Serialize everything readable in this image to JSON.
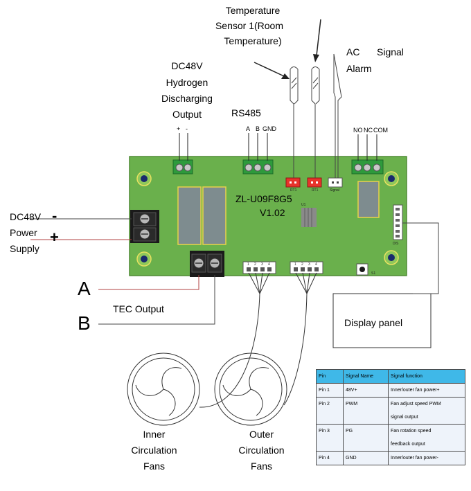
{
  "labels": {
    "temp_sensor": [
      "Temperature",
      "Sensor 1(Room",
      "Temperature)"
    ],
    "ac_alarm": [
      "AC",
      "Signal",
      "Alarm"
    ],
    "dc48v_h2": [
      "DC48V",
      "Hydrogen",
      "Discharging",
      "Output"
    ],
    "rs485": "RS485",
    "rs485_pins": [
      "A",
      "B",
      "GND"
    ],
    "polarity_top": [
      "+",
      "-"
    ],
    "relay_pins": [
      "NO",
      "NC",
      "COM"
    ],
    "power_supply": [
      "DC48V",
      "Power",
      "Supply"
    ],
    "power_minus": "-",
    "power_plus": "+",
    "board_model": "ZL-U09F8G5",
    "board_version": "V1.02",
    "tec_a": "A",
    "tec_b": "B",
    "tec_output": "TEC Output",
    "display_panel": "Display panel",
    "inner_fans": [
      "Inner",
      "Circulation",
      "Fans"
    ],
    "outer_fans": [
      "Outer",
      "Circulation",
      "Fans"
    ],
    "fan_header_pins": [
      "1",
      "2",
      "3",
      "4"
    ],
    "silk": {
      "rt1": "RT1",
      "rt1b": "RT1",
      "signal": "Signal",
      "u1": "U1",
      "dis": "DIS",
      "s1": "S1"
    }
  },
  "pin_table": {
    "headers": [
      "Pin",
      "Signal Name",
      "Signal function"
    ],
    "rows": [
      {
        "pin": "Pin 1",
        "signal": "48V+",
        "function": [
          "Inner/outer fan power+"
        ]
      },
      {
        "pin": "Pin 2",
        "signal": "PWM",
        "function": [
          "Fan adjust speed PWM",
          "signal output"
        ]
      },
      {
        "pin": "Pin 3",
        "signal": "PG",
        "function": [
          "Fan rotation speed",
          "feedback output"
        ]
      },
      {
        "pin": "Pin 4",
        "signal": "GND",
        "function": [
          "Inner/outer fan power-"
        ]
      }
    ]
  },
  "colors": {
    "board": "#6ab04c",
    "board_edge": "#4f8c35",
    "terminal_green": "#2e9a3c",
    "connector_red": "#e8332b",
    "relay": "#7e8c8f",
    "table_header": "#3fb8e8",
    "wire_red": "#b04040"
  }
}
